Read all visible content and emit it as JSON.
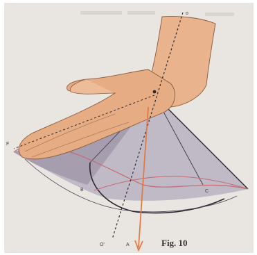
{
  "figure": {
    "caption": "Fig. 10",
    "point_labels": {
      "top": "o",
      "fingertip": "F",
      "point_b": "B",
      "point_c": "C",
      "axis_end": "O'",
      "arrow_end": "A"
    }
  },
  "colors": {
    "paper": "#e9e6e1",
    "cone_fill": "#b9b2c1",
    "cone_shadow": "#8f869a",
    "rim_curve": "#c46a72",
    "skin": "#e9b48d",
    "arrow": "#e07a45"
  }
}
